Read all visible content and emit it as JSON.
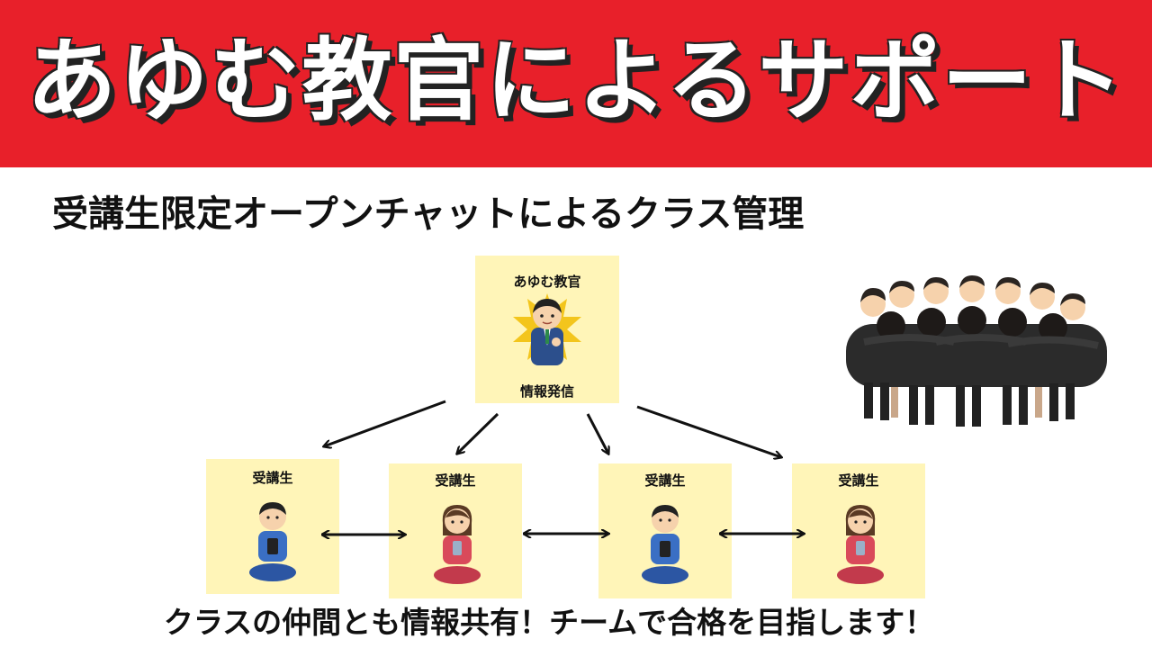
{
  "banner": {
    "title": "あゆむ教官によるサポート"
  },
  "subtitle": "受講生限定オープンチャットによるクラス管理",
  "instructor": {
    "name": "あゆむ教官",
    "caption": "情報発信"
  },
  "students": [
    {
      "label": "受講生",
      "figure": "male-student-with-phone"
    },
    {
      "label": "受講生",
      "figure": "female-student-with-phone"
    },
    {
      "label": "受講生",
      "figure": "male-student-with-phone"
    },
    {
      "label": "受講生",
      "figure": "female-student-with-phone"
    }
  ],
  "crowd": {
    "figure": "team-huddle"
  },
  "footer": "クラスの仲間とも情報共有！チームで合格を目指します！",
  "colors": {
    "banner": "#e8202a",
    "box": "#fff5b8",
    "suit": "#2c4f8c",
    "male_student": "#3a6fc4",
    "female_student": "#d94a5a"
  }
}
